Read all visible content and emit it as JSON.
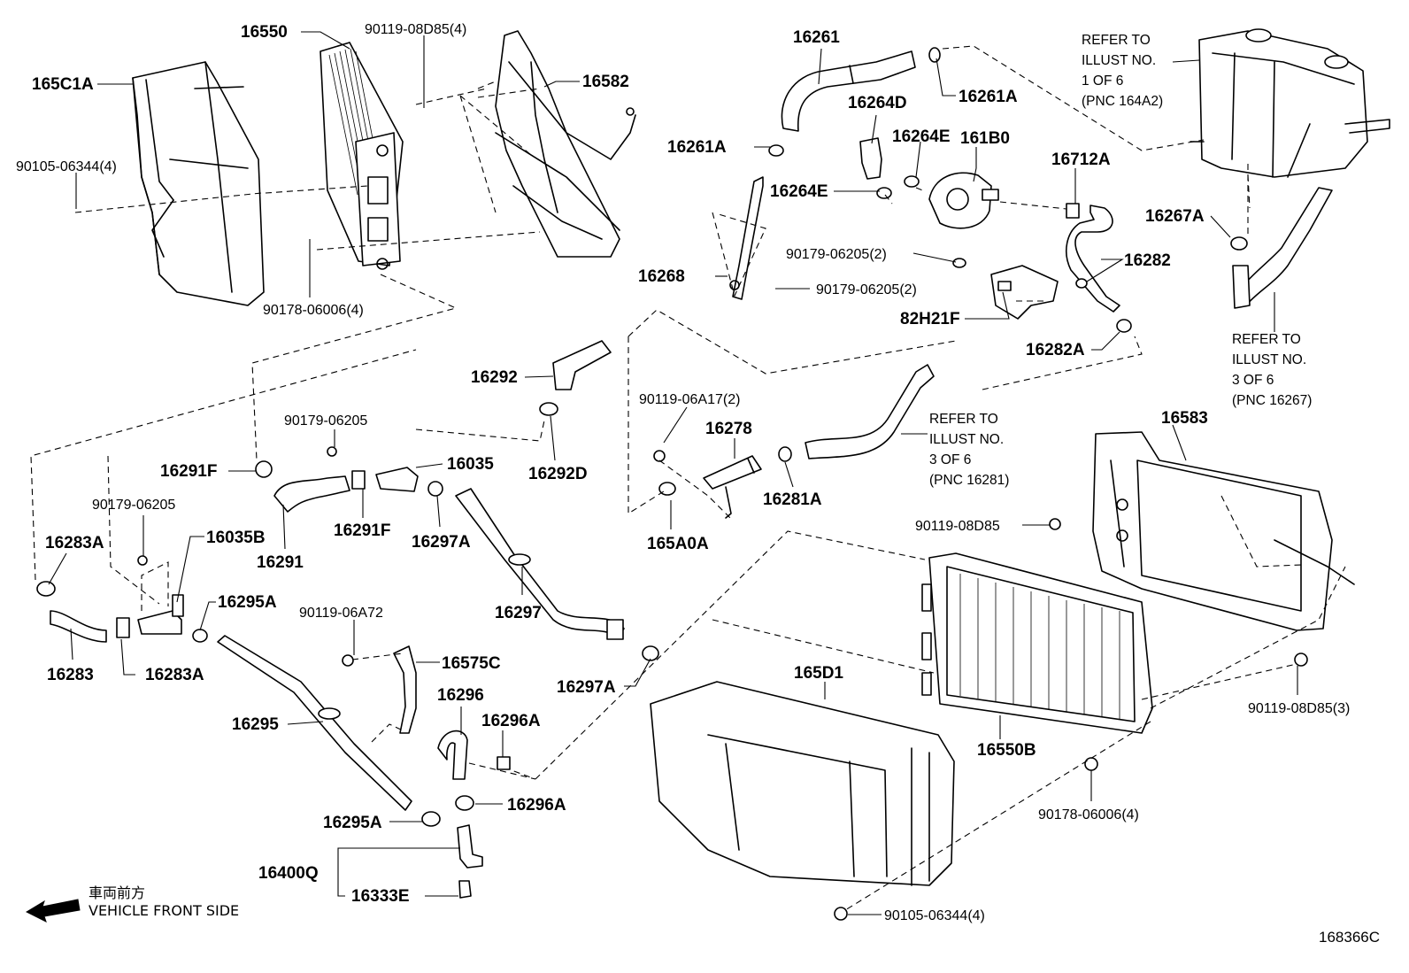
{
  "diagram": {
    "labels": {
      "p165C1A": "165C1A",
      "p16550": "16550",
      "p9011908D85_4": "90119-08D85(4)",
      "p16582": "16582",
      "p9010506344_4a": "90105-06344(4)",
      "p9017806006_4a": "90178-06006(4)",
      "p16261": "16261",
      "p16261A_r": "16261A",
      "p16261A_l": "16261A",
      "p16264D": "16264D",
      "p16264E_a": "16264E",
      "p16264E_b": "16264E",
      "p161B0": "161B0",
      "p16712A": "16712A",
      "p16268": "16268",
      "p9017906205_2a": "90179-06205(2)",
      "p9017906205_2b": "90179-06205(2)",
      "p16282": "16282",
      "p82H21F": "82H21F",
      "p16282A": "16282A",
      "p16267A": "16267A",
      "p16292": "16292",
      "p16292D": "16292D",
      "p90119_06A17_2": "90119-06A17(2)",
      "p16278": "16278",
      "p16281A": "16281A",
      "p165A0A": "165A0A",
      "p90179_06205_a": "90179-06205",
      "p16291F_a": "16291F",
      "p16035": "16035",
      "p16291F_b": "16291F",
      "p16291": "16291",
      "p16297A_a": "16297A",
      "p90179_06205_b": "90179-06205",
      "p16035B": "16035B",
      "p16283A_a": "16283A",
      "p16283": "16283",
      "p16283A_b": "16283A",
      "p16295A_a": "16295A",
      "p16297": "16297",
      "p90119_06A72": "90119-06A72",
      "p16575C": "16575C",
      "p16296": "16296",
      "p16296A_a": "16296A",
      "p16297A_b": "16297A",
      "p16295": "16295",
      "p16296A_b": "16296A",
      "p16295A_b": "16295A",
      "p16400Q": "16400Q",
      "p16333E": "16333E",
      "p16583": "16583",
      "p9011908D85_a": "90119-08D85",
      "p165D1": "165D1",
      "p16550B": "16550B",
      "p9011908D85_3": "90119-08D85(3)",
      "p9017806006_4b": "90178-06006(4)",
      "p9010506344_4b": "90105-06344(4)"
    },
    "refer_notes": {
      "r1": [
        "REFER TO",
        "ILLUST NO.",
        "1 OF 6",
        "(PNC 164A2)"
      ],
      "r2": [
        "REFER TO",
        "ILLUST NO.",
        "3 OF 6",
        "(PNC 16267)"
      ],
      "r3": [
        "REFER TO",
        "ILLUST NO.",
        "3 OF 6",
        "(PNC 16281)"
      ]
    },
    "vehicle_front": {
      "japanese": "車両前方",
      "english": "VEHICLE FRONT SIDE"
    },
    "illustration_code": "168366C"
  }
}
